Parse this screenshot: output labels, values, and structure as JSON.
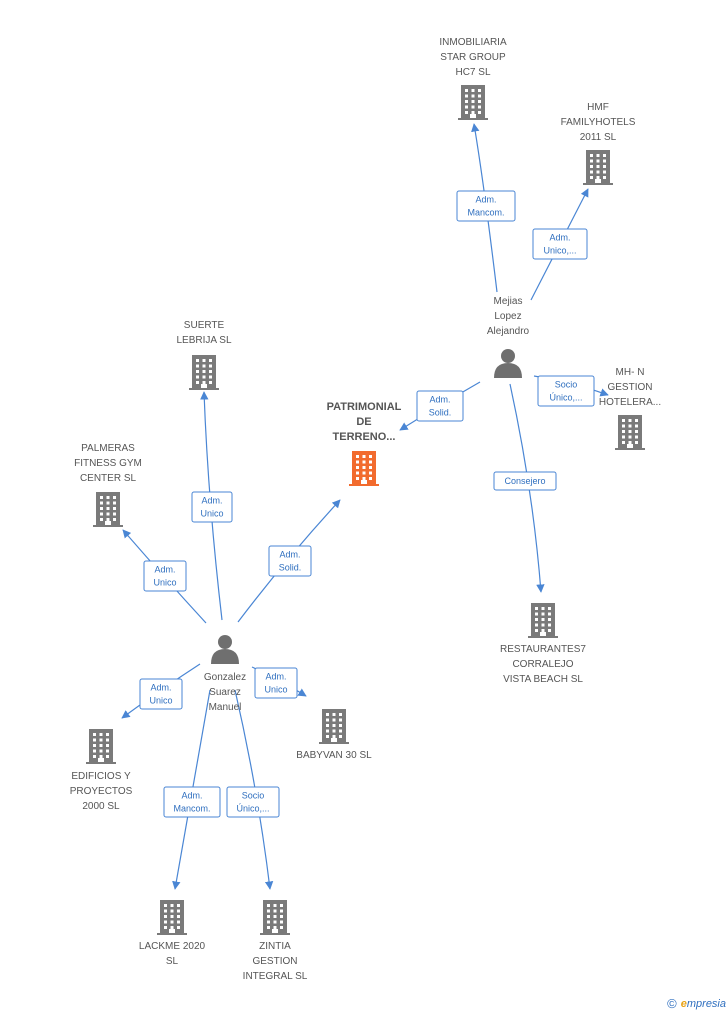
{
  "colors": {
    "building": "#7a7a7a",
    "focus_building": "#f26b2e",
    "person": "#6f6f6f",
    "edge": "#4a86d4"
  },
  "nodes": [
    {
      "id": "inmobiliaria",
      "type": "company",
      "lines": [
        "INMOBILIARIA",
        "STAR GROUP",
        "HC7 SL"
      ]
    },
    {
      "id": "hmf",
      "type": "company",
      "lines": [
        "HMF",
        "FAMILYHOTELS",
        "2011  SL"
      ]
    },
    {
      "id": "mejias",
      "type": "person",
      "lines": [
        "Mejias",
        "Lopez",
        "Alejandro"
      ]
    },
    {
      "id": "suerte",
      "type": "company",
      "lines": [
        "SUERTE",
        "LEBRIJA  SL"
      ]
    },
    {
      "id": "patrimonial",
      "type": "focus",
      "lines": [
        "PATRIMONIAL",
        "DE",
        "TERRENO..."
      ]
    },
    {
      "id": "mhn",
      "type": "company",
      "lines": [
        "MH- N",
        "GESTION",
        "HOTELERA..."
      ]
    },
    {
      "id": "palmeras",
      "type": "company",
      "lines": [
        "PALMERAS",
        "FITNESS GYM",
        "CENTER SL"
      ]
    },
    {
      "id": "restaurantes",
      "type": "company",
      "lines": [
        "RESTAURANTES7",
        "CORRALEJO",
        "VISTA BEACH SL"
      ]
    },
    {
      "id": "gonzalez",
      "type": "person",
      "lines": [
        "Gonzalez",
        "Suarez",
        "Manuel"
      ]
    },
    {
      "id": "babyvan",
      "type": "company",
      "lines": [
        "BABYVAN 30 SL"
      ]
    },
    {
      "id": "edificios",
      "type": "company",
      "lines": [
        "EDIFICIOS Y",
        "PROYECTOS",
        "2000 SL"
      ]
    },
    {
      "id": "lackme",
      "type": "company",
      "lines": [
        "LACKME 2020",
        "SL"
      ]
    },
    {
      "id": "zintia",
      "type": "company",
      "lines": [
        "ZINTIA",
        "GESTION",
        "INTEGRAL  SL"
      ]
    }
  ],
  "edges": [
    {
      "from": "mejias",
      "to": "inmobiliaria",
      "label": [
        "Adm.",
        "Mancom."
      ]
    },
    {
      "from": "mejias",
      "to": "hmf",
      "label": [
        "Adm.",
        "Unico,..."
      ]
    },
    {
      "from": "mejias",
      "to": "patrimonial",
      "label": [
        "Adm.",
        "Solid."
      ]
    },
    {
      "from": "mejias",
      "to": "mhn",
      "label": [
        "Socio",
        "Único,..."
      ]
    },
    {
      "from": "mejias",
      "to": "restaurantes",
      "label": [
        "Consejero"
      ]
    },
    {
      "from": "gonzalez",
      "to": "suerte",
      "label": [
        "Adm.",
        "Unico"
      ]
    },
    {
      "from": "gonzalez",
      "to": "patrimonial",
      "label": [
        "Adm.",
        "Solid."
      ]
    },
    {
      "from": "gonzalez",
      "to": "palmeras",
      "label": [
        "Adm.",
        "Unico"
      ]
    },
    {
      "from": "gonzalez",
      "to": "babyvan",
      "label": [
        "Adm.",
        "Unico"
      ]
    },
    {
      "from": "gonzalez",
      "to": "edificios",
      "label": [
        "Adm.",
        "Unico"
      ]
    },
    {
      "from": "gonzalez",
      "to": "lackme",
      "label": [
        "Adm.",
        "Mancom."
      ]
    },
    {
      "from": "gonzalez",
      "to": "zintia",
      "label": [
        "Socio",
        "Único,..."
      ]
    }
  ],
  "watermark": {
    "copyright": "©",
    "brand_first": "e",
    "brand_rest": "mpresia"
  }
}
